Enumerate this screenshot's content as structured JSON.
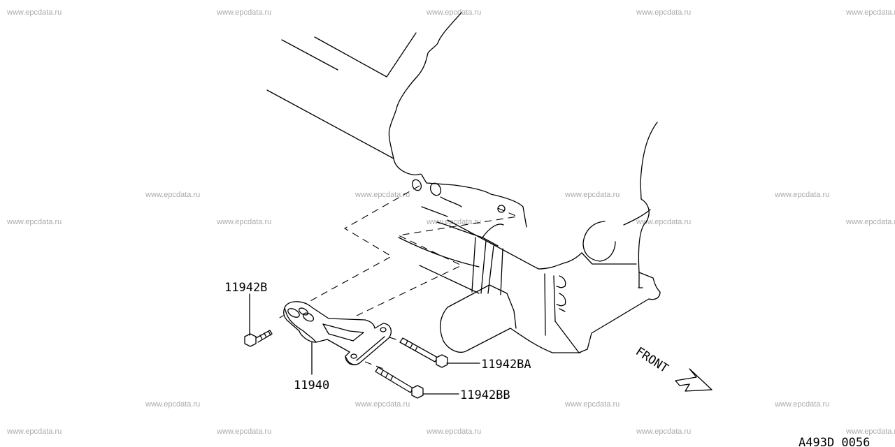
{
  "watermark": "www.epcdata.ru",
  "parts": {
    "bolt_b": "11942B",
    "bracket": "11940",
    "bolt_ba": "11942BA",
    "bolt_bb": "11942BB"
  },
  "direction": "FRONT",
  "diagram_id": "A493D 0056"
}
